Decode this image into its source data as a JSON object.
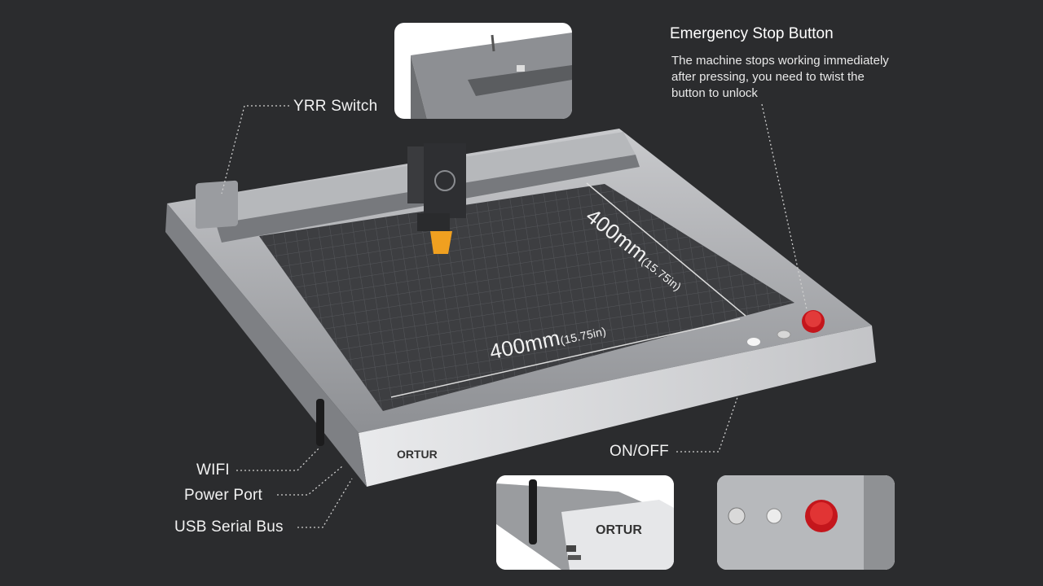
{
  "callouts": {
    "yrr_switch": "YRR Switch",
    "wifi": "WIFI",
    "power_port": "Power Port",
    "usb_serial_bus": "USB Serial Bus",
    "on_off": "ON/OFF"
  },
  "emergency": {
    "title": "Emergency Stop Button",
    "line1": "The machine stops working immediately",
    "line2": "after pressing, you need to twist the",
    "line3": "button to unlock"
  },
  "dimensions": {
    "width_main": "400mm",
    "width_sub": "(15.75in)",
    "depth_main": "400mm",
    "depth_sub": "(15.75in)"
  },
  "brand": {
    "logo": "ORTUR"
  },
  "colors": {
    "background": "#2b2c2e",
    "frame": "#a7a9ac",
    "bed": "#3d3e41",
    "laser_lens": "#f0a020",
    "estop": "#c4161c"
  }
}
